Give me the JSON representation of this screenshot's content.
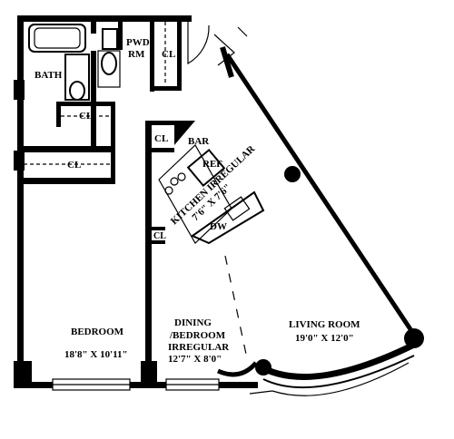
{
  "rooms": {
    "bath": {
      "name": "BATH"
    },
    "powder_room": {
      "name_line1": "PWD",
      "name_line2": "RM"
    },
    "closet_top": {
      "name": "CL"
    },
    "closet_bath": {
      "name": "CL"
    },
    "closet_hall": {
      "name": "CL"
    },
    "closet_bar": {
      "name": "CL"
    },
    "closet_kitchen": {
      "name": "CL"
    },
    "bar": {
      "name": "BAR"
    },
    "refrigerator": {
      "name": "REF"
    },
    "kitchen": {
      "name": "KITCHEN IRREGULAR",
      "dims": "7'6\" X 7'6\""
    },
    "dishwasher": {
      "name": "DW"
    },
    "bedroom": {
      "name": "BEDROOM",
      "dims": "18'8\" X 10'11\""
    },
    "dining": {
      "name_line1": "DINING",
      "name_line2": "/BEDROOM",
      "name_line3": "IRREGULAR",
      "dims": "12'7\" X 8'0\""
    },
    "living_room": {
      "name": "LIVING ROOM",
      "dims": "19'0\" X 12'0\""
    }
  }
}
